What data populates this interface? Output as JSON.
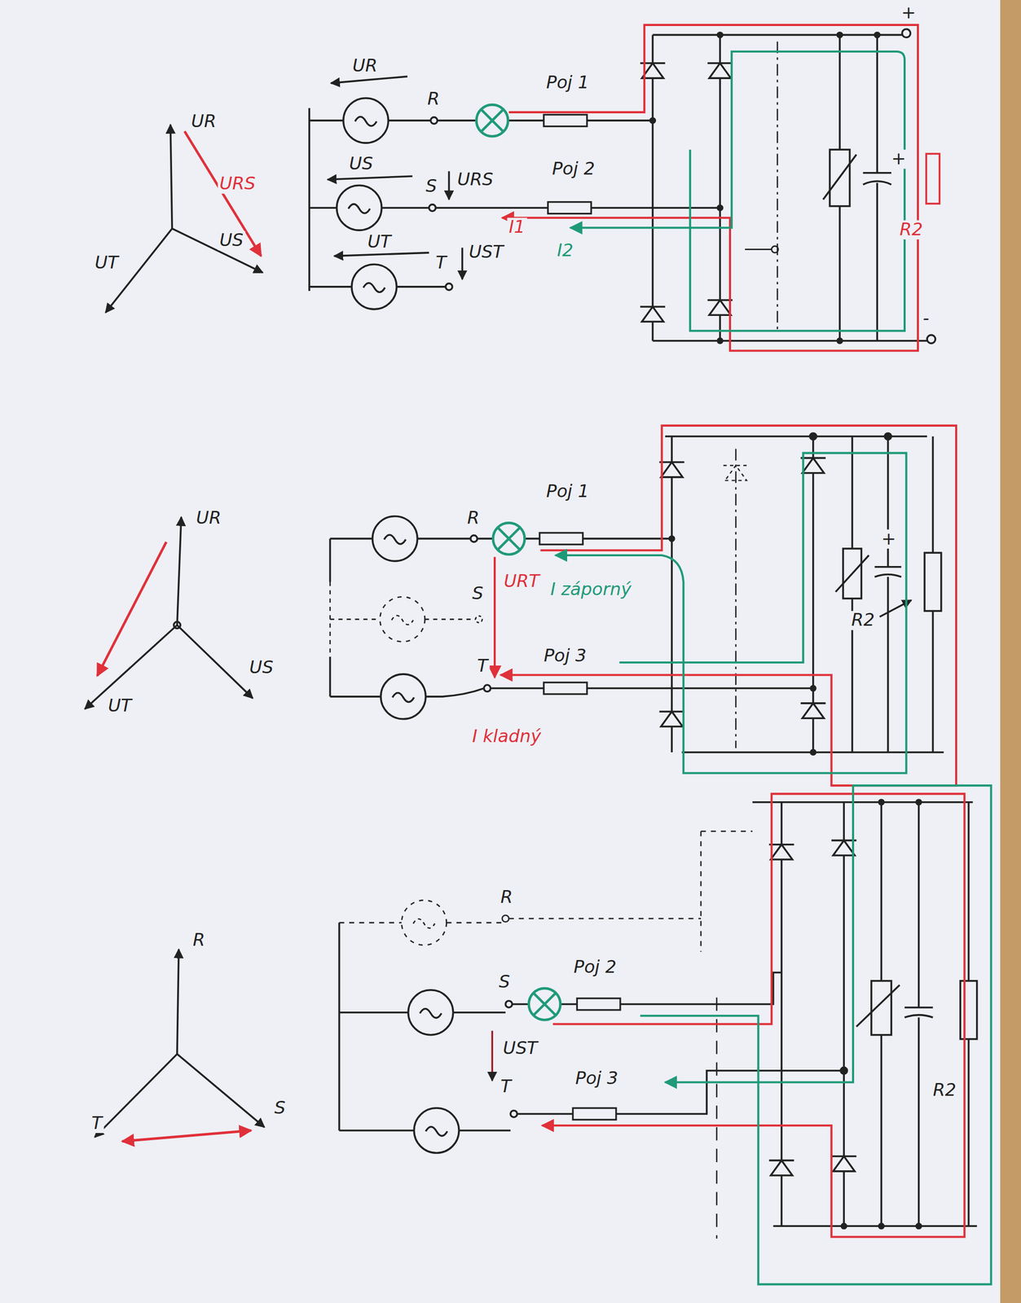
{
  "diagram": {
    "labels": [
      "UR",
      "URS",
      "US",
      "UT",
      "UR",
      "R",
      "Poj 1",
      "US",
      "S",
      "URS",
      "Poj 2",
      "UT",
      "T",
      "UST",
      "I1",
      "I2",
      "+",
      "+",
      "R2",
      "-",
      "UR",
      "US",
      "UT",
      "R",
      "Poj 1",
      "S",
      "URT",
      "I záporný",
      "T",
      "Poj 3",
      "I kladný",
      "+",
      "R2",
      "R",
      "S",
      "T",
      "R",
      "S",
      "Poj 2",
      "UST",
      "T",
      "Poj 3",
      "R2"
    ]
  }
}
